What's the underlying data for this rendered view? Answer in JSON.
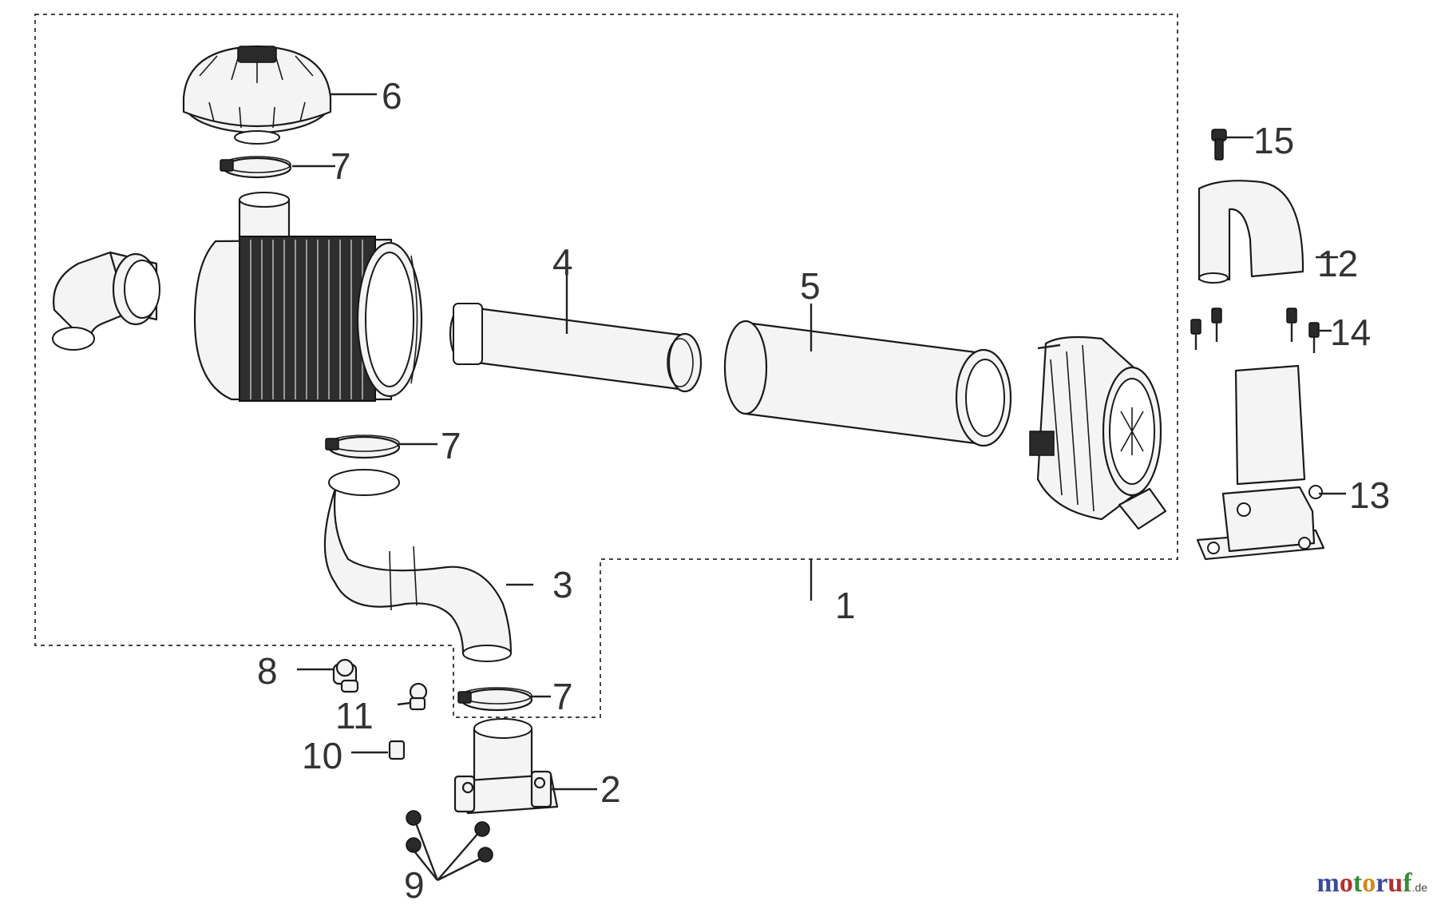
{
  "callouts": {
    "c1": "1",
    "c2": "2",
    "c3": "3",
    "c4": "4",
    "c5": "5",
    "c6": "6",
    "c7a": "7",
    "c7b": "7",
    "c7c": "7",
    "c8": "8",
    "c9": "9",
    "c10": "10",
    "c11": "11",
    "c12": "12",
    "c13": "13",
    "c14": "14",
    "c15": "15"
  },
  "watermark": {
    "letters": [
      "m",
      "o",
      "t",
      "o",
      "r",
      "u",
      "f"
    ],
    "letter_colors": [
      "#3a4a9a",
      "#b03030",
      "#3a8a3a",
      "#d08a20",
      "#3a4a9a",
      "#b03030",
      "#3a8a3a"
    ],
    "suffix": ".de"
  },
  "colors": {
    "line": "#1a1a1a",
    "callout_text": "#333333",
    "background": "#ffffff"
  }
}
